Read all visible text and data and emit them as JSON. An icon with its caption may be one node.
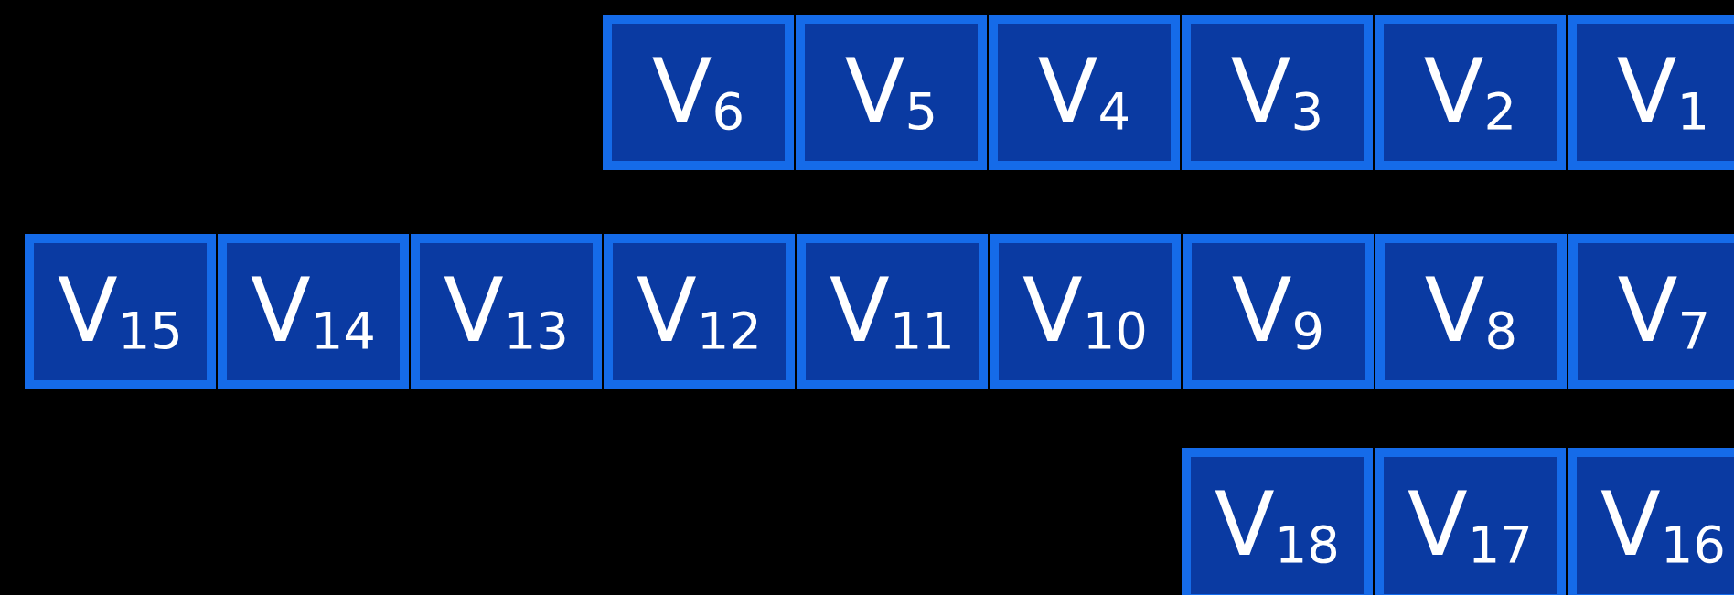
{
  "diagram": {
    "nodes": [
      {
        "text": [
          "V$_{6}$"
        ]
      },
      {
        "text": [
          "V$_{5}$"
        ]
      },
      {
        "text": [
          "V$_{4}$"
        ]
      },
      {
        "text": [
          "V$_{3}$"
        ]
      },
      {
        "text": [
          "V$_{2}$"
        ]
      },
      {
        "text": [
          "V$_{1}$"
        ]
      },
      {
        "text": [
          "V$_{15}$"
        ]
      },
      {
        "text": [
          "V$_{14}$"
        ]
      },
      {
        "text": [
          "V$_{13}$"
        ]
      },
      {
        "text": [
          "V$_{12}$"
        ]
      },
      {
        "text": [
          "V$_{11}$"
        ]
      },
      {
        "text": [
          "V$_{10}$"
        ]
      },
      {
        "text": [
          "V$_{9}$"
        ]
      },
      {
        "text": [
          "V$_{8}$"
        ]
      },
      {
        "text": [
          "V$_{7}$"
        ]
      },
      {
        "text": [
          "V$_{18}$"
        ]
      },
      {
        "text": [
          "V$_{17}$"
        ]
      },
      {
        "text": [
          "V$_{16}$"
        ]
      }
    ]
  }
}
